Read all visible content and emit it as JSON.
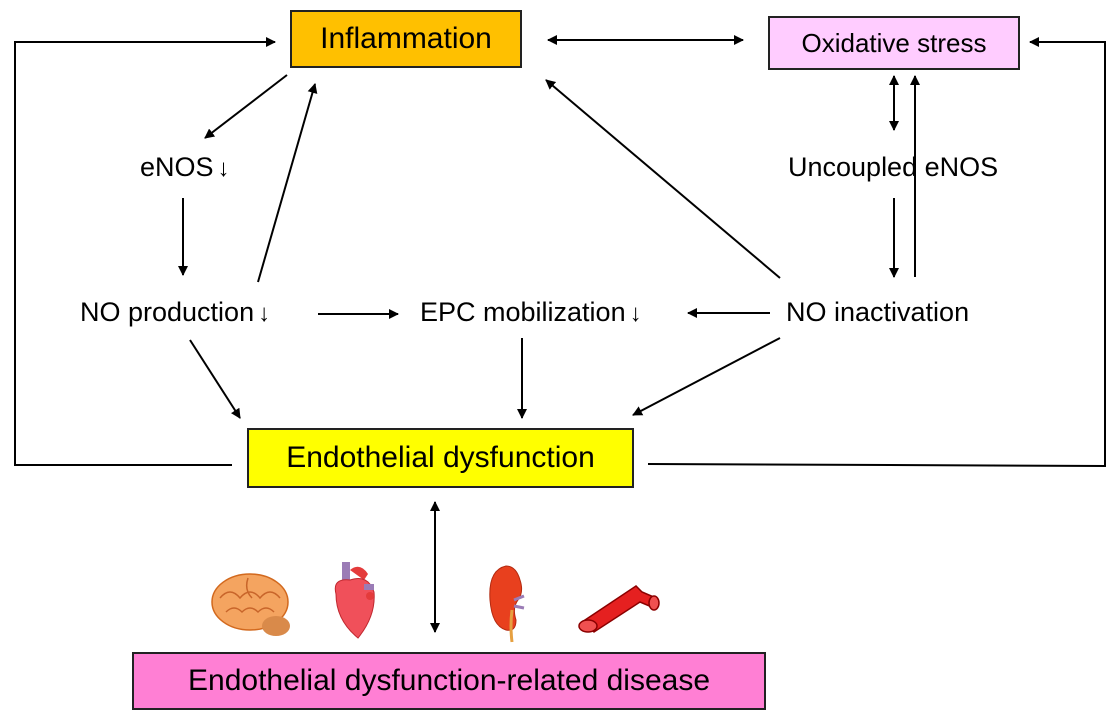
{
  "nodes": {
    "inflammation": {
      "label": "Inflammation",
      "color": "#FFC000"
    },
    "oxidative_stress": {
      "label": "Oxidative stress",
      "color": "#FFCCFF"
    },
    "endothelial_dysfunction": {
      "label": "Endothelial dysfunction",
      "color": "#FFFF00"
    },
    "related_disease": {
      "label": "Endothelial dysfunction-related disease",
      "color": "#FF7FD4"
    },
    "enos": {
      "label": "eNOS",
      "trend": "↓"
    },
    "no_production": {
      "label": "NO production",
      "trend": "↓"
    },
    "epc_mobilization": {
      "label": "EPC mobilization",
      "trend": "↓"
    },
    "no_inactivation": {
      "label": "NO inactivation"
    },
    "uncoupled_enos": {
      "label": "Uncoupled eNOS"
    }
  },
  "organs": [
    "brain-icon",
    "heart-icon",
    "kidney-icon",
    "blood-vessel-icon"
  ],
  "edges": [
    {
      "from": "endothelial_dysfunction",
      "to": "inflammation",
      "type": "loop-left"
    },
    {
      "from": "endothelial_dysfunction",
      "to": "oxidative_stress",
      "type": "loop-right"
    },
    {
      "from": "inflammation",
      "to": "oxidative_stress",
      "type": "bidirectional"
    },
    {
      "from": "inflammation",
      "to": "enos"
    },
    {
      "from": "enos",
      "to": "no_production"
    },
    {
      "from": "no_production",
      "to": "inflammation"
    },
    {
      "from": "no_production",
      "to": "epc_mobilization"
    },
    {
      "from": "no_production",
      "to": "endothelial_dysfunction"
    },
    {
      "from": "epc_mobilization",
      "to": "endothelial_dysfunction"
    },
    {
      "from": "no_inactivation",
      "to": "epc_mobilization"
    },
    {
      "from": "no_inactivation",
      "to": "endothelial_dysfunction"
    },
    {
      "from": "no_inactivation",
      "to": "inflammation"
    },
    {
      "from": "no_inactivation",
      "to": "oxidative_stress"
    },
    {
      "from": "oxidative_stress",
      "to": "uncoupled_enos",
      "type": "bidirectional"
    },
    {
      "from": "uncoupled_enos",
      "to": "no_inactivation"
    },
    {
      "from": "endothelial_dysfunction",
      "to": "related_disease",
      "type": "bidirectional"
    }
  ]
}
